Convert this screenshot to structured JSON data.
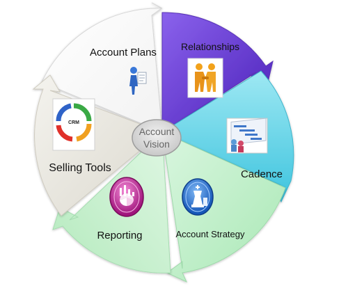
{
  "diagram": {
    "center": {
      "line1": "Account",
      "line2": "Vision"
    },
    "segments": [
      {
        "id": "account-plans",
        "label": "Account Plans",
        "icon": "planner-figure-icon",
        "color": "#ffffff"
      },
      {
        "id": "relationships",
        "label": "Relationships",
        "icon": "handshake-icon",
        "color": "#6a3fd0"
      },
      {
        "id": "cadence",
        "label": "Cadence",
        "icon": "gantt-chart-icon",
        "color": "#5fd2e6"
      },
      {
        "id": "account-strategy",
        "label": "Account Strategy",
        "icon": "chess-king-icon",
        "color": "#c9f0d3"
      },
      {
        "id": "reporting",
        "label": "Reporting",
        "icon": "chart-badge-icon",
        "color": "#ccf0cf"
      },
      {
        "id": "selling-tools",
        "label": "Selling Tools",
        "icon": "crm-cycle-icon",
        "color": "#ebe9e2"
      }
    ],
    "crm_badge": "CRM"
  }
}
